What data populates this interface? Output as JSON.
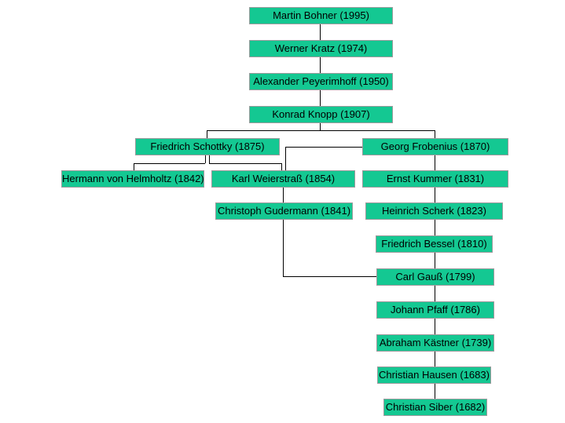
{
  "diagram": {
    "type": "academic-genealogy-tree",
    "colors": {
      "node_fill": "#14C892",
      "node_border": "#9C9A9C",
      "connector": "#000000",
      "text": "#000000",
      "background": "#FFFFFF"
    }
  },
  "nodes": [
    {
      "id": "bohner",
      "label": "Martin Bohner (1995)",
      "person": "Martin Bohner",
      "year": "1995"
    },
    {
      "id": "kratz",
      "label": "Werner Kratz (1974)",
      "person": "Werner Kratz",
      "year": "1974"
    },
    {
      "id": "peyerimhoff",
      "label": "Alexander Peyerimhoff (1950)",
      "person": "Alexander Peyerimhoff",
      "year": "1950"
    },
    {
      "id": "knopp",
      "label": "Konrad Knopp (1907)",
      "person": "Konrad Knopp",
      "year": "1907"
    },
    {
      "id": "schottky",
      "label": "Friedrich Schottky (1875)",
      "person": "Friedrich Schottky",
      "year": "1875"
    },
    {
      "id": "frobenius",
      "label": "Georg Frobenius (1870)",
      "person": "Georg Frobenius",
      "year": "1870"
    },
    {
      "id": "helmholtz",
      "label": "Hermann von Helmholtz (1842)",
      "person": "Hermann von Helmholtz",
      "year": "1842"
    },
    {
      "id": "weierstrass",
      "label": "Karl Weierstraß (1854)",
      "person": "Karl Weierstraß",
      "year": "1854"
    },
    {
      "id": "kummer",
      "label": "Ernst Kummer (1831)",
      "person": "Ernst Kummer",
      "year": "1831"
    },
    {
      "id": "gudermann",
      "label": "Christoph Gudermann (1841)",
      "person": "Christoph Gudermann",
      "year": "1841"
    },
    {
      "id": "scherk",
      "label": "Heinrich Scherk (1823)",
      "person": "Heinrich Scherk",
      "year": "1823"
    },
    {
      "id": "bessel",
      "label": "Friedrich Bessel (1810)",
      "person": "Friedrich Bessel",
      "year": "1810"
    },
    {
      "id": "gauss",
      "label": "Carl Gauß (1799)",
      "person": "Carl Gauß",
      "year": "1799"
    },
    {
      "id": "pfaff",
      "label": "Johann Pfaff (1786)",
      "person": "Johann Pfaff",
      "year": "1786"
    },
    {
      "id": "kaestner",
      "label": "Abraham Kästner (1739)",
      "person": "Abraham Kästner",
      "year": "1739"
    },
    {
      "id": "hausen",
      "label": "Christian Hausen (1683)",
      "person": "Christian Hausen",
      "year": "1683"
    },
    {
      "id": "siber",
      "label": "Christian Siber (1682)",
      "person": "Christian Siber",
      "year": "1682"
    }
  ],
  "edges": [
    {
      "student": "Martin Bohner",
      "advisor": "Werner Kratz"
    },
    {
      "student": "Werner Kratz",
      "advisor": "Alexander Peyerimhoff"
    },
    {
      "student": "Alexander Peyerimhoff",
      "advisor": "Konrad Knopp"
    },
    {
      "student": "Konrad Knopp",
      "advisor": "Friedrich Schottky"
    },
    {
      "student": "Konrad Knopp",
      "advisor": "Georg Frobenius"
    },
    {
      "student": "Friedrich Schottky",
      "advisor": "Hermann von Helmholtz"
    },
    {
      "student": "Friedrich Schottky",
      "advisor": "Karl Weierstraß"
    },
    {
      "student": "Georg Frobenius",
      "advisor": "Karl Weierstraß"
    },
    {
      "student": "Georg Frobenius",
      "advisor": "Ernst Kummer"
    },
    {
      "student": "Karl Weierstraß",
      "advisor": "Christoph Gudermann"
    },
    {
      "student": "Ernst Kummer",
      "advisor": "Heinrich Scherk"
    },
    {
      "student": "Christoph Gudermann",
      "advisor": "Carl Gauß"
    },
    {
      "student": "Heinrich Scherk",
      "advisor": "Friedrich Bessel"
    },
    {
      "student": "Friedrich Bessel",
      "advisor": "Carl Gauß"
    },
    {
      "student": "Carl Gauß",
      "advisor": "Johann Pfaff"
    },
    {
      "student": "Johann Pfaff",
      "advisor": "Abraham Kästner"
    },
    {
      "student": "Abraham Kästner",
      "advisor": "Christian Hausen"
    },
    {
      "student": "Christian Hausen",
      "advisor": "Christian Siber"
    }
  ]
}
